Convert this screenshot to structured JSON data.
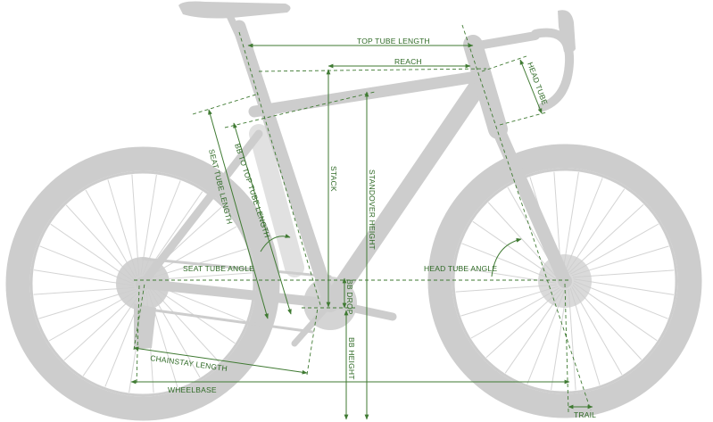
{
  "labels": {
    "top_tube_length": "TOP TUBE LENGTH",
    "reach": "REACH",
    "head_tube": "HEAD TUBE",
    "bb_to_top_tube_length": "BB TO TOP TUBE LENGTH",
    "seat_tube_length": "SEAT TUBE LENGTH",
    "stack": "STACK",
    "standover_height": "STANDOVER HEIGHT",
    "seat_tube_angle": "SEAT TUBE ANGLE",
    "head_tube_angle": "HEAD TUBE ANGLE",
    "bb_drop": "BB DROP",
    "bb_height": "BB HEIGHT",
    "chainstay_length": "CHAINSTAY LENGTH",
    "wheelbase": "WHEELBASE",
    "trail": "TRAIL"
  },
  "colors": {
    "bike": "#cdcdcd",
    "dimension": "#3f7a32",
    "label": "#2f6a26"
  }
}
